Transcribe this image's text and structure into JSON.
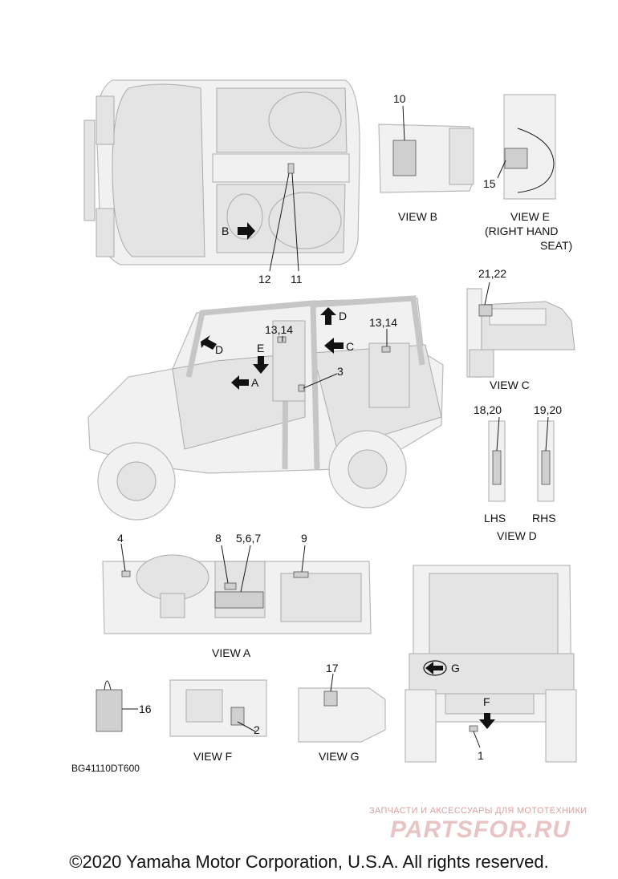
{
  "callouts": {
    "c1": "1",
    "c2": "2",
    "c3": "3",
    "c4": "4",
    "c5": "5,6,7",
    "c8": "8",
    "c9": "9",
    "c10": "10",
    "c11": "11",
    "c12": "12",
    "c13a": "13,14",
    "c13b": "13,14",
    "c15": "15",
    "c16": "16",
    "c17": "17",
    "c18": "18,20",
    "c19": "19,20",
    "c21": "21,22"
  },
  "arrows": {
    "a": "A",
    "b": "B",
    "c": "C",
    "d1": "D",
    "d2": "D",
    "e": "E",
    "f": "F",
    "g": "G"
  },
  "views": {
    "view_a": "VIEW A",
    "view_b": "VIEW B",
    "view_c": "VIEW C",
    "view_d": "VIEW D",
    "view_e_line1": "VIEW E",
    "view_e_line2": "(RIGHT HAND",
    "view_e_line3": "SEAT)",
    "view_f": "VIEW F",
    "view_g": "VIEW G"
  },
  "side_labels": {
    "lhs": "LHS",
    "rhs": "RHS"
  },
  "diagram_code": "BG41110DT600",
  "watermark": {
    "tagline": "ЗАПЧАСТИ И АКСЕССУАРЫ ДЛЯ МОТОТЕХНИКИ",
    "brand": "PARTSFOR.RU"
  },
  "copyright": "©2020 Yamaha Motor Corporation, U.S.A. All rights reserved."
}
